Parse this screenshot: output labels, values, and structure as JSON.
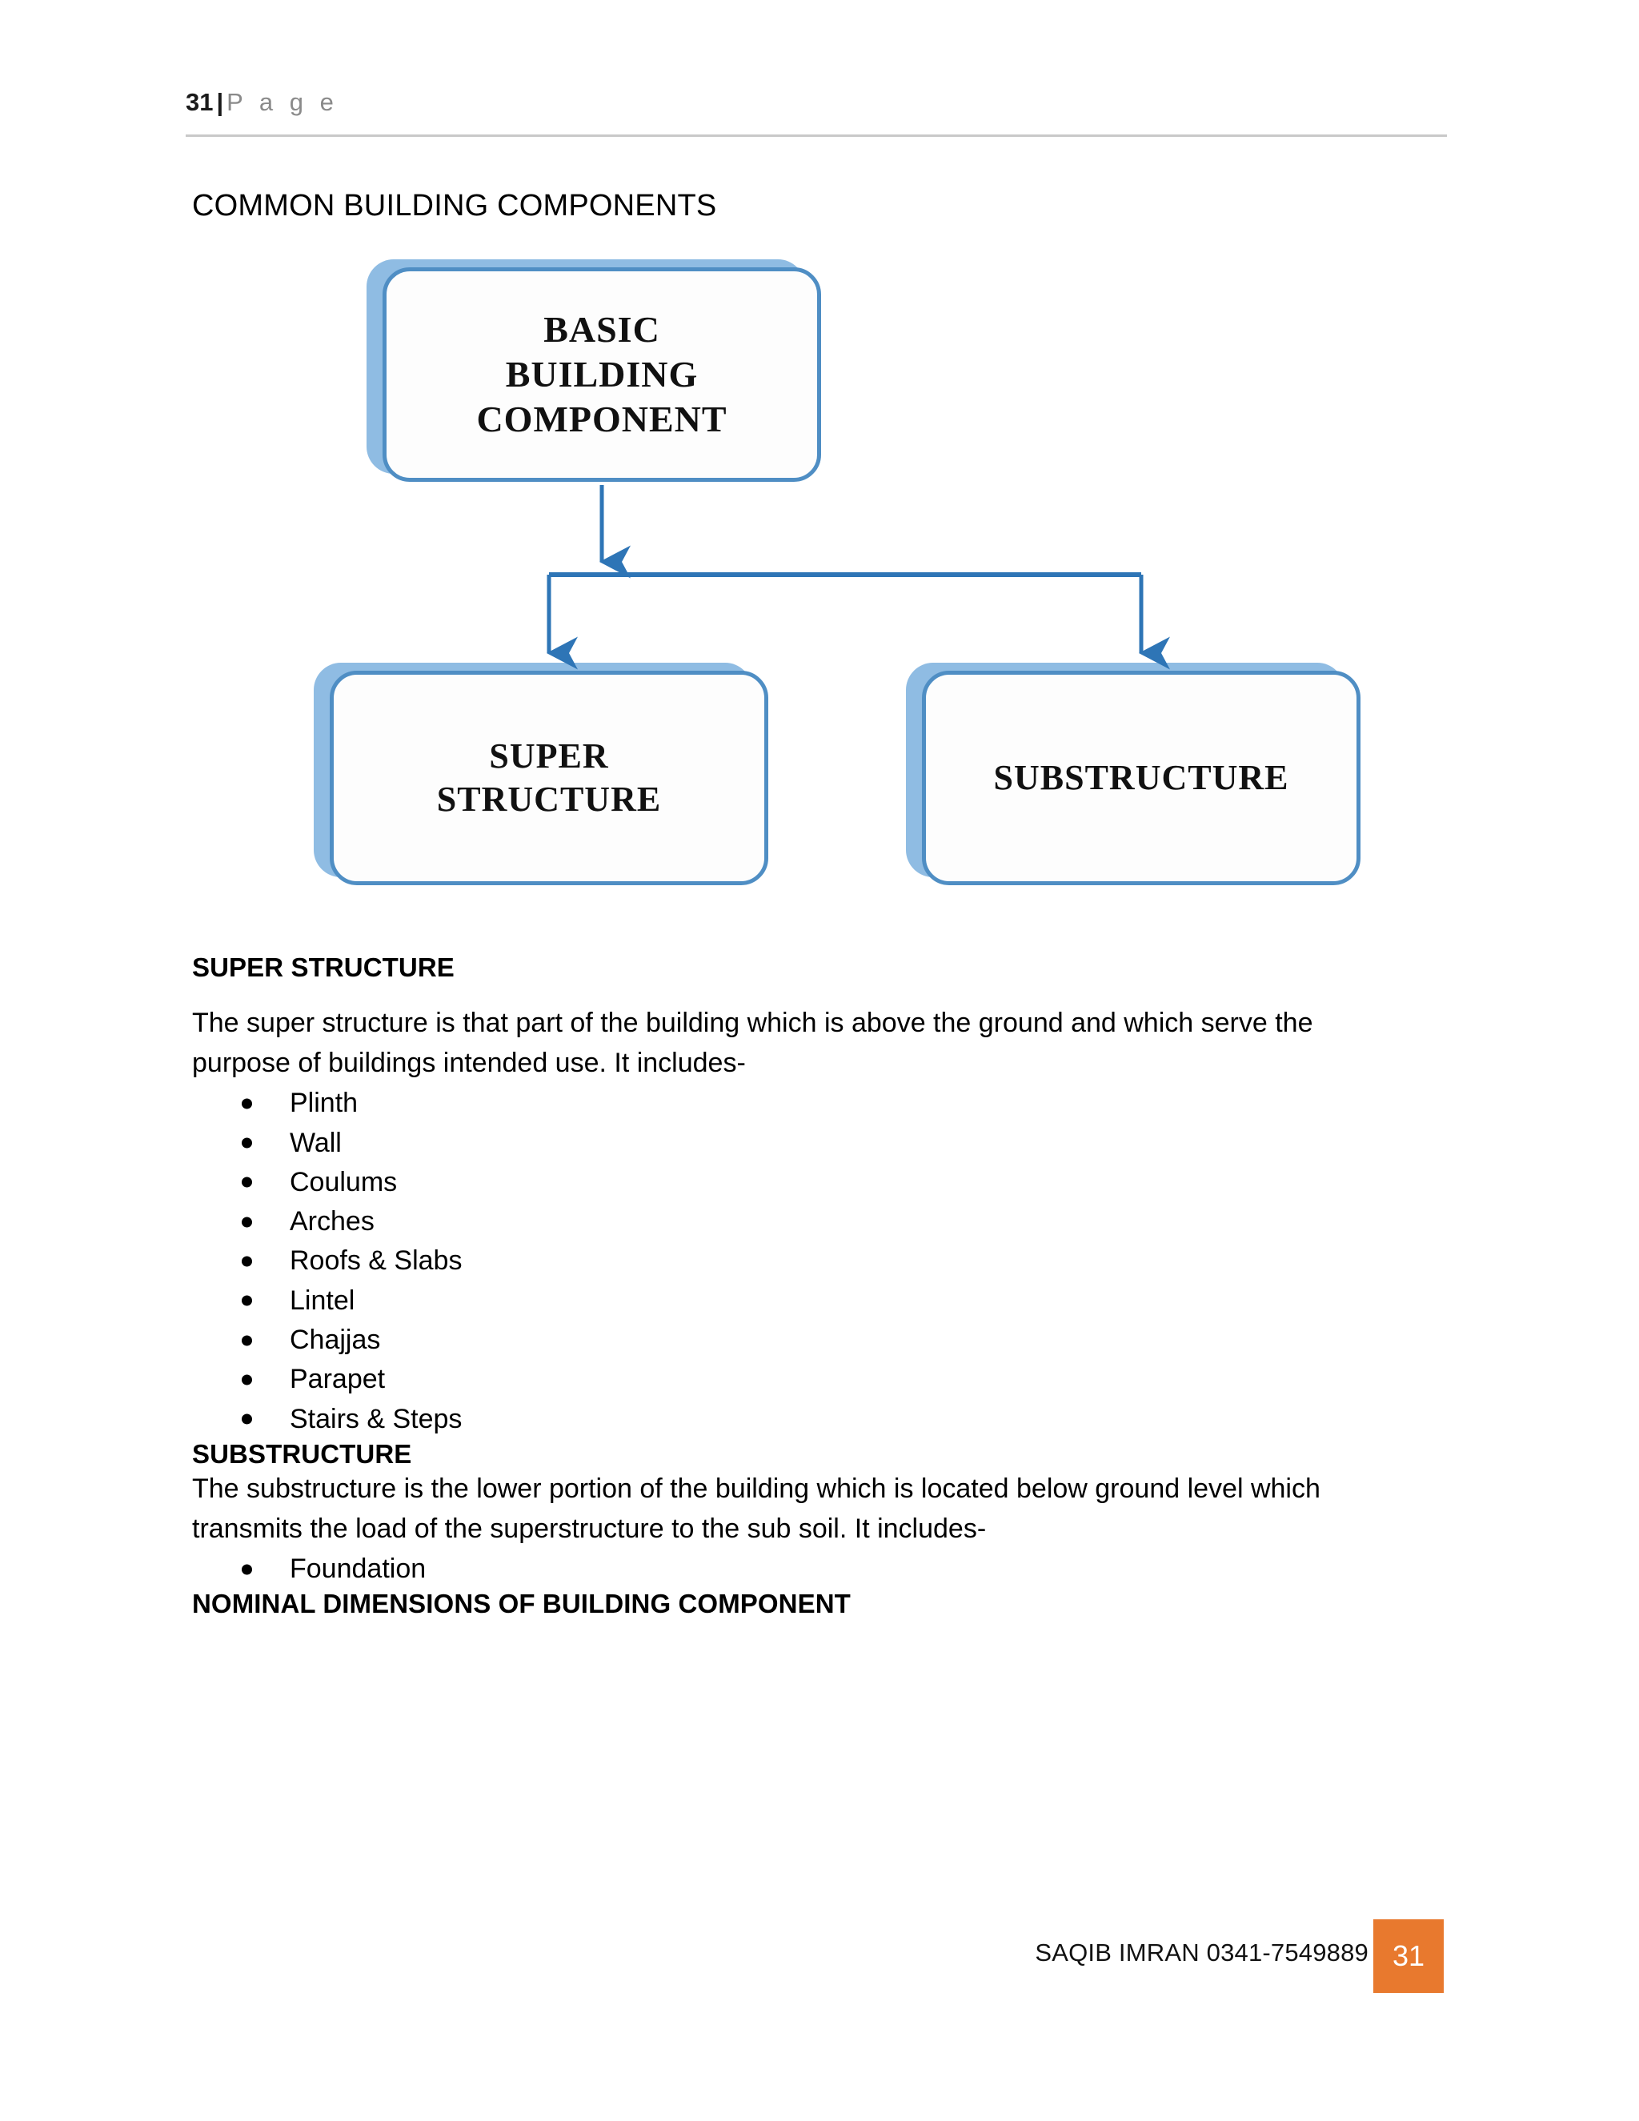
{
  "header": {
    "page_number": "31",
    "separator": "|",
    "word": "P a g e"
  },
  "title": "COMMON BUILDING COMPONENTS",
  "diagram": {
    "type": "hierarchy-flowchart",
    "root": "BASIC BUILDING COMPONENT",
    "root_lines": [
      "BASIC",
      "BUILDING",
      "COMPONENT"
    ],
    "children": [
      {
        "label": "SUPER STRUCTURE",
        "lines": [
          "SUPER",
          "STRUCTURE"
        ]
      },
      {
        "label": "SUBSTRUCTURE",
        "lines": [
          "SUBSTRUCTURE"
        ]
      }
    ],
    "colors": {
      "border": "#4f8ec4",
      "shadow": "#8fbce3",
      "connector": "#2e75b6",
      "fill": "#fdfdfd"
    }
  },
  "sections": [
    {
      "heading": "SUPER STRUCTURE",
      "paragraph": "The super structure is that part of the building which is above the ground and which serve the purpose of buildings intended use. It includes-",
      "bullets": [
        "Plinth",
        "Wall",
        "Coulums",
        "Arches",
        "Roofs & Slabs",
        "Lintel",
        "Chajjas",
        "Parapet",
        "Stairs & Steps"
      ]
    },
    {
      "heading": "SUBSTRUCTURE",
      "paragraph": "The substructure is the lower portion of the building which is located below ground level which transmits the load of the superstructure to the sub soil. It includes-",
      "bullets": [
        "Foundation"
      ]
    }
  ],
  "final_heading": "NOMINAL DIMENSIONS OF BUILDING COMPONENT",
  "footer": {
    "credit": "SAQIB IMRAN 0341-7549889",
    "page_badge": "31",
    "badge_color": "#e8792e"
  }
}
